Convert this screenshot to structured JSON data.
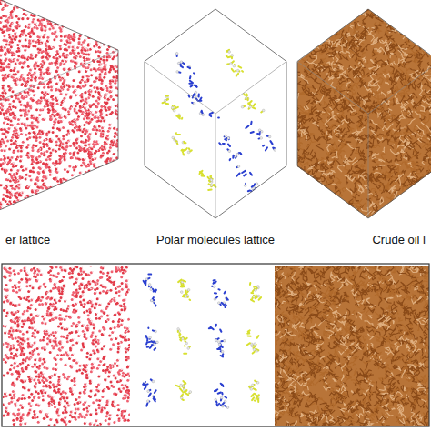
{
  "diagram": {
    "labels": [
      "er lattice",
      "Polar molecules lattice",
      "Crude oil l"
    ]
  }
}
